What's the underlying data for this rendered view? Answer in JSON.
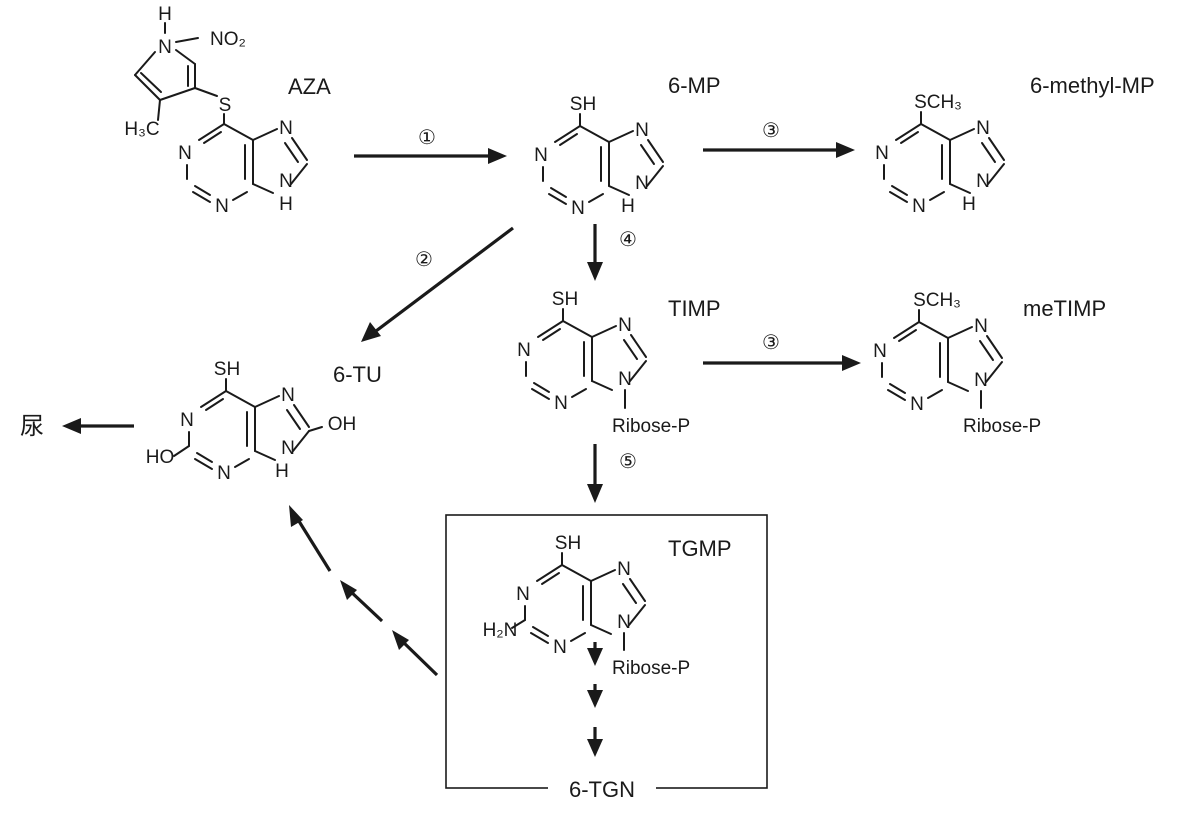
{
  "compounds": {
    "aza": "AZA",
    "mp6": "6-MP",
    "methylmp": "6-methyl-MP",
    "timp": "TIMP",
    "metimp": "meTIMP",
    "tu6": "6-TU",
    "tgmp": "TGMP",
    "tgn6": "6-TGN",
    "urine": "尿"
  },
  "steps": {
    "s1": "①",
    "s2": "②",
    "s3a": "③",
    "s3b": "③",
    "s4": "④",
    "s5": "⑤"
  },
  "atoms": {
    "N": "N",
    "H": "H",
    "S": "S",
    "SH": "SH",
    "SCH3": "SCH₃",
    "NO2": "NO₂",
    "H3C": "H₃C",
    "OH": "OH",
    "HO": "HO",
    "H2N": "H₂N",
    "ribose": "Ribose-P"
  }
}
